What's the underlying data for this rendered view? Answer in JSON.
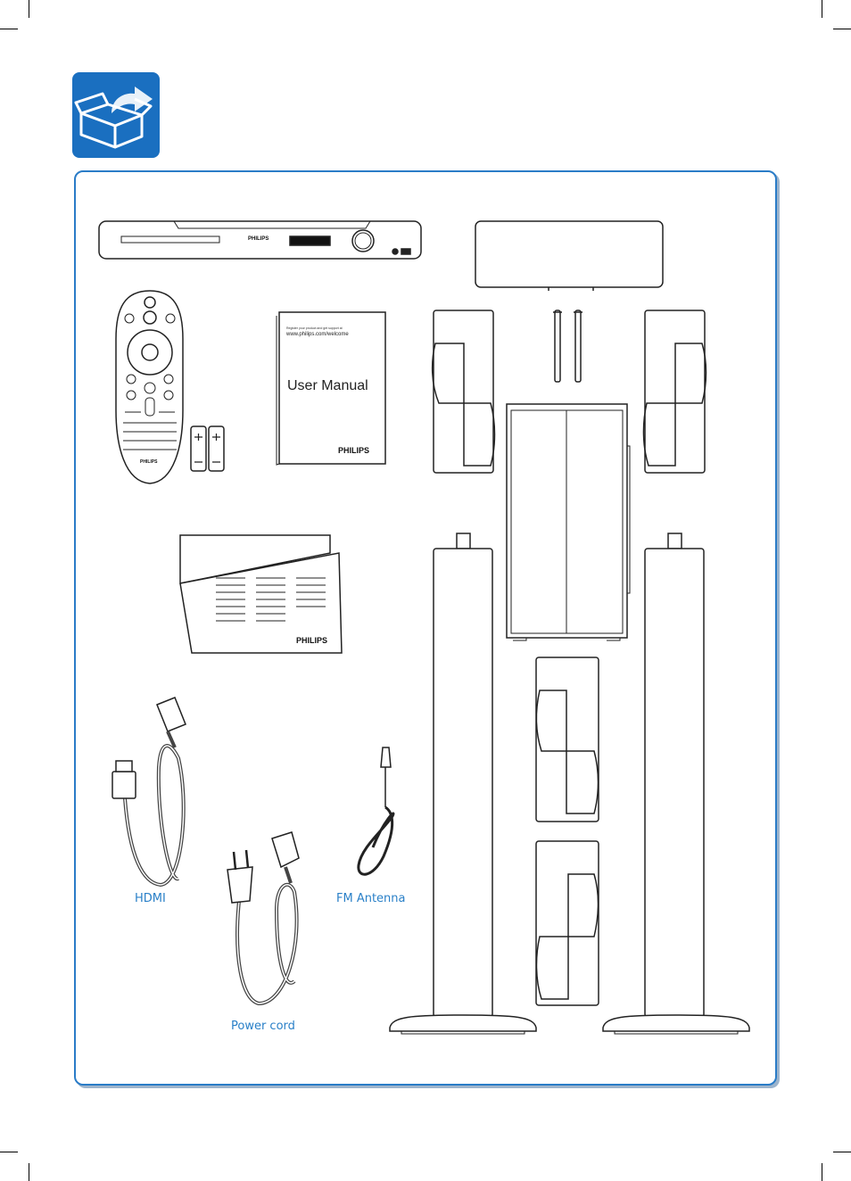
{
  "colors": {
    "accent": "#2a7cc7",
    "label": "#2a80c8",
    "ink": "#222222"
  },
  "icons": {
    "header": "unpack-box-icon"
  },
  "items": {
    "player": {
      "brand": "PHILIPS"
    },
    "remote": {
      "brand": "PHILIPS"
    },
    "manual": {
      "register_line": "Register your product and get support at",
      "url": "www.philips.com/welcome",
      "title": "User Manual",
      "brand": "PHILIPS"
    },
    "leaflet": {
      "brand": "PHILIPS"
    }
  },
  "labels": {
    "hdmi": "HDMI",
    "power_cord": "Power cord",
    "fm_antenna": "FM Antenna"
  }
}
